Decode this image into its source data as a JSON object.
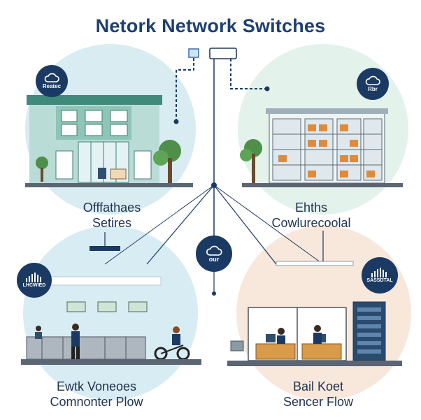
{
  "title": "Netork Network Switches",
  "nodes": {
    "top_left": {
      "badge": "Reatec",
      "caption_1": "Offfathaes",
      "caption_2": "Setires"
    },
    "top_right": {
      "badge": "Rbr",
      "caption_1": "Ehths",
      "caption_2": "Cowlurecoolal"
    },
    "center": {
      "badge": "our"
    },
    "bottom_left": {
      "badge": "LHCWIED",
      "caption_1": "Ewtk Voneoes",
      "caption_2": "Comnonter Plow"
    },
    "bottom_right": {
      "badge": "SASSDTAL",
      "caption_1": "Bail Koet",
      "caption_2": "Sencer Flow"
    }
  },
  "colors": {
    "navy": "#1b3a63",
    "building_teal": "#5a9e8f",
    "window_blue": "#cfe6ea",
    "tree_green": "#4f8f4a",
    "circle_blue": "#d6ebf3",
    "circle_peach": "#f7e6d8",
    "circle_mint": "#e3f2ec"
  }
}
